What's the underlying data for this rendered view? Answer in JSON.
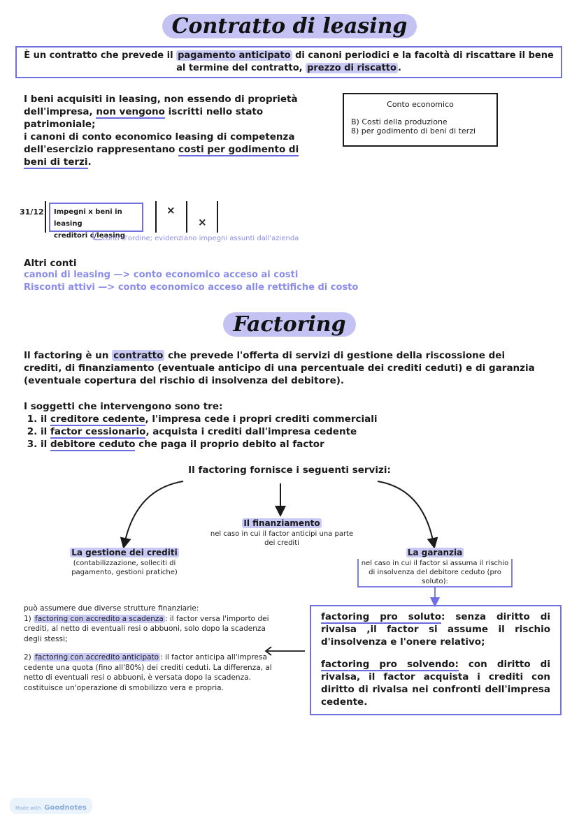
{
  "leasing": {
    "title": "Contratto di leasing",
    "definition_pre": "È un contratto che prevede il ",
    "definition_hl1": "pagamento anticipato",
    "definition_mid": " di canoni periodici e la facoltà di riscattare il bene al termine del contratto, ",
    "definition_hl2": "prezzo di riscatto",
    "definition_end": ".",
    "para_1": "I beni acquisiti in leasing, non essendo di proprietà dell'impresa, ",
    "para_1_ul": "non vengono",
    "para_1_end": " iscritti nello stato patrimoniale;",
    "para_2": "i canoni di conto economico leasing di competenza dell'esercizio rappresentano ",
    "para_2_ul": "costi per godimento di beni di terzi",
    "para_2_end": ".",
    "ce_box": {
      "title": "Conto economico",
      "line_1": "B) Costi della produzione",
      "line_2": "8) per godimento di beni di terzi"
    },
    "journal": {
      "date": "31/12",
      "account_1": "Impegni x beni in leasing",
      "account_2": "creditori c/leasing",
      "mark_1": "×",
      "mark_2": "×",
      "note": "conti d'ordine; evidenziano impegni assunti dall'azienda"
    },
    "altri_conti": {
      "heading": "Altri conti",
      "line_1": "canoni di leasing —> conto economico acceso ai costi",
      "line_2": "Risconti attivi —> conto economico acceso alle rettifiche di costo"
    }
  },
  "factoring": {
    "title": "Factoring",
    "def_pre": "Il factoring è un ",
    "def_hl": "contratto",
    "def_post": " che prevede l'offerta di servizi di gestione della riscossione dei crediti, di finanziamento (eventuale anticipo di una percentuale dei crediti ceduti) e di garanzia (eventuale copertura del rischio di insolvenza del debitore).",
    "subjects_intro": "I soggetti che intervengono sono tre:",
    "subjects": [
      {
        "pre": "il ",
        "ul": "creditore cedente",
        "post": ", l'impresa cede i propri crediti commerciali"
      },
      {
        "pre": "il ",
        "ul": "factor cessionario",
        "post": ", acquista i crediti dall'impresa cedente"
      },
      {
        "pre": "il ",
        "ul": "debitore ceduto",
        "post": " che paga il proprio debito al factor"
      }
    ],
    "services_intro": "Il factoring fornisce i seguenti servizi:",
    "service_center_title": "Il finanziamento",
    "service_center_desc": "nel caso in cui il factor anticipi una parte dei crediti",
    "service_left_title": "La gestione dei crediti",
    "service_left_desc": "(contabilizzazione, solleciti di pagamento, gestioni pratiche)",
    "service_right_title": "La garanzia",
    "service_right_desc": "nel caso in cui il factor si assuma il rischio di insolvenza del debitore ceduto (pro soluto):",
    "structures_intro": "può assumere due diverse strutture finanziarie:",
    "structure_1_num": "1) ",
    "structure_1_hl": "factoring con accredito a scadenza",
    "structure_1_text": ": il factor versa l'importo dei crediti, al netto di eventuali resi o abbuoni, solo dopo la scadenza degli stessi;",
    "structure_2_num": "2) ",
    "structure_2_hl": "factoring con accredito anticipato",
    "structure_2_text": ": il factor anticipa all'impresa cedente una quota (fino all'80%) dei crediti ceduti. La differenza, al netto di eventuali resi o abbuoni, è versata dopo la scadenza. costituisce un'operazione di smobilizzo vera e propria.",
    "pro_soluto_ul": "factoring pro soluto",
    "pro_soluto_text": ": senza diritto di rivalsa ,il factor si assume il rischio d'insolvenza e l'onere relativo;",
    "pro_solvendo_ul": "factoring pro solvendo:",
    "pro_solvendo_text": " con diritto di rivalsa, il factor acquista i crediti con diritto di rivalsa nei confronti dell'impresa cedente."
  },
  "footer": {
    "made_with": "Made with",
    "brand": "Goodnotes"
  },
  "colors": {
    "highlight": "#c9c9f5",
    "accent": "#6f6fe0",
    "light_text": "#8c8cea"
  }
}
